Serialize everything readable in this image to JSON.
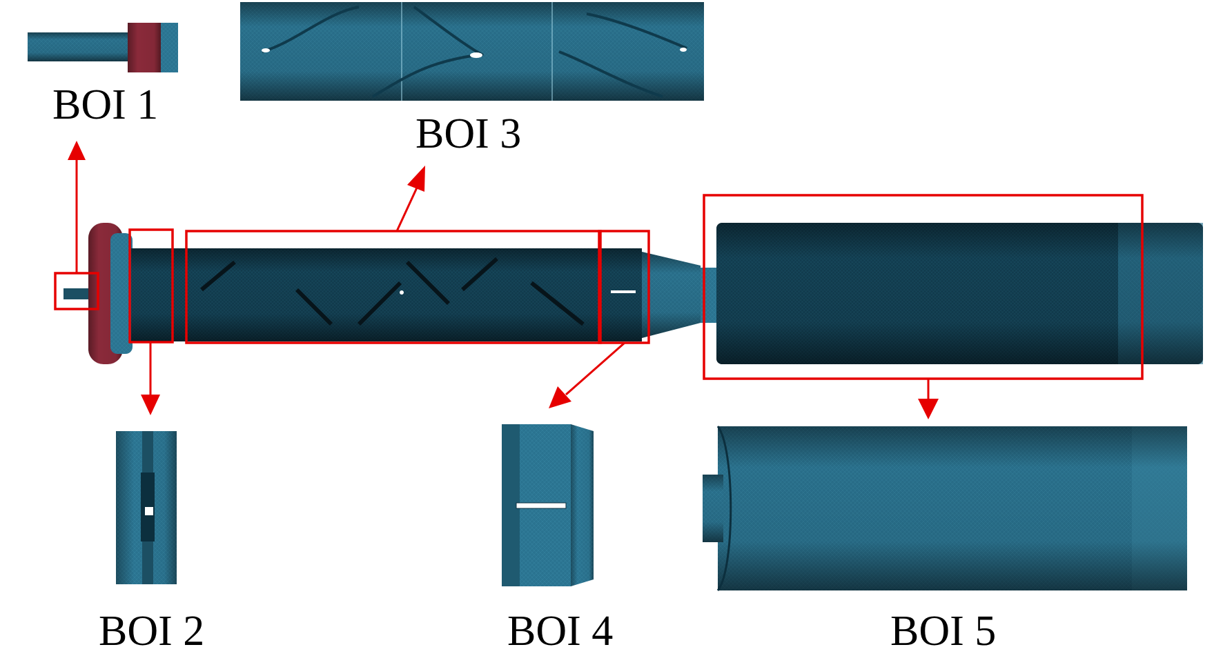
{
  "labels": {
    "boi1": "BOI 1",
    "boi2": "BOI 2",
    "boi3": "BOI 3",
    "boi4": "BOI 4",
    "boi5": "BOI 5"
  },
  "colors": {
    "mesh_teal": "#2a7390",
    "mesh_dark": "#0f3a4c",
    "mesh_light": "#3b8ca8",
    "flange_red": "#8a2a3a",
    "highlight_red": "#e60000"
  }
}
